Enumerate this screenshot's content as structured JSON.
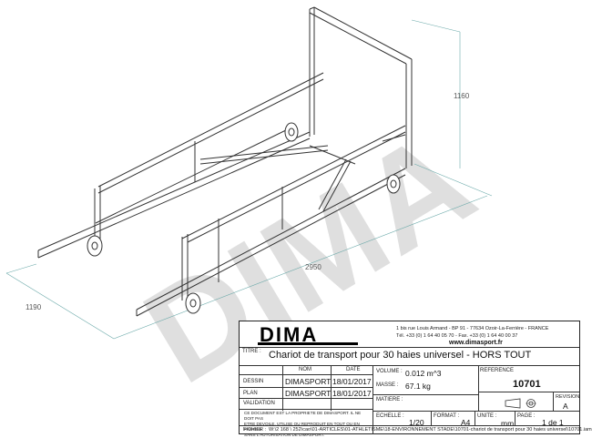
{
  "drawing": {
    "watermark": "DIMA",
    "dimensions": {
      "height": "1160",
      "length": "2950",
      "width": "1190"
    }
  },
  "titleblock": {
    "logo": "DIMA",
    "address_line1": "1 bis rue Louis Armand - BP 91 - 77634 Ozoir-La-Ferrière - FRANCE",
    "address_line2": "Tél. +33 (0) 1 64 40 05 70  -  Fax. +33 (0) 1 64 40 00 37",
    "website": "www.dimasport.fr",
    "title_label": "TITRE :",
    "title_value": "Chariot de transport pour 30 haies universel - HORS TOUT",
    "hdr_nom": "NOM",
    "hdr_date": "DATE",
    "rows": [
      {
        "label": "DESSIN",
        "nom": "DIMASPORT",
        "date": "18/01/2017"
      },
      {
        "label": "PLAN",
        "nom": "DIMASPORT",
        "date": "18/01/2017"
      },
      {
        "label": "VALIDATION",
        "nom": "",
        "date": ""
      }
    ],
    "volume_label": "VOLUME :",
    "volume_value": "0.012 m^3",
    "masse_label": "MASSE :",
    "masse_value": "67.1 kg",
    "matiere_label": "MATIERE :",
    "reference_label": "REFERENCE",
    "reference_value": "10701",
    "revision_label": "REVISION",
    "revision_value": "A",
    "legal": [
      "CE DOCUMENT EST LA PROPRIETE DE DIMASPORT. IL NE DOIT PAS",
      "ETRE DEVOILE, UTILISE OU REPRODUIT EN TOUT OU EN PARTIES",
      "SANS L'AUTORISATION DE DIMASPORT."
    ],
    "echelle_label": "ECHELLE :",
    "echelle_value": "1/20",
    "format_label": "FORMAT :",
    "format_value": "A4",
    "unite_label": "UNITE :",
    "unite_value": "mm",
    "page_label": "PAGE :",
    "page_value": "1 de 1",
    "fichier_label": "FICHIER :",
    "fichier_value": "W:\\2 168 \\ 252\\cao\\01-ARTICLES\\01-ATHLETISME\\18-ENVIRONNEMENT STADE\\10701-chariot de transport pour 30 haies universel\\10701.iam"
  }
}
